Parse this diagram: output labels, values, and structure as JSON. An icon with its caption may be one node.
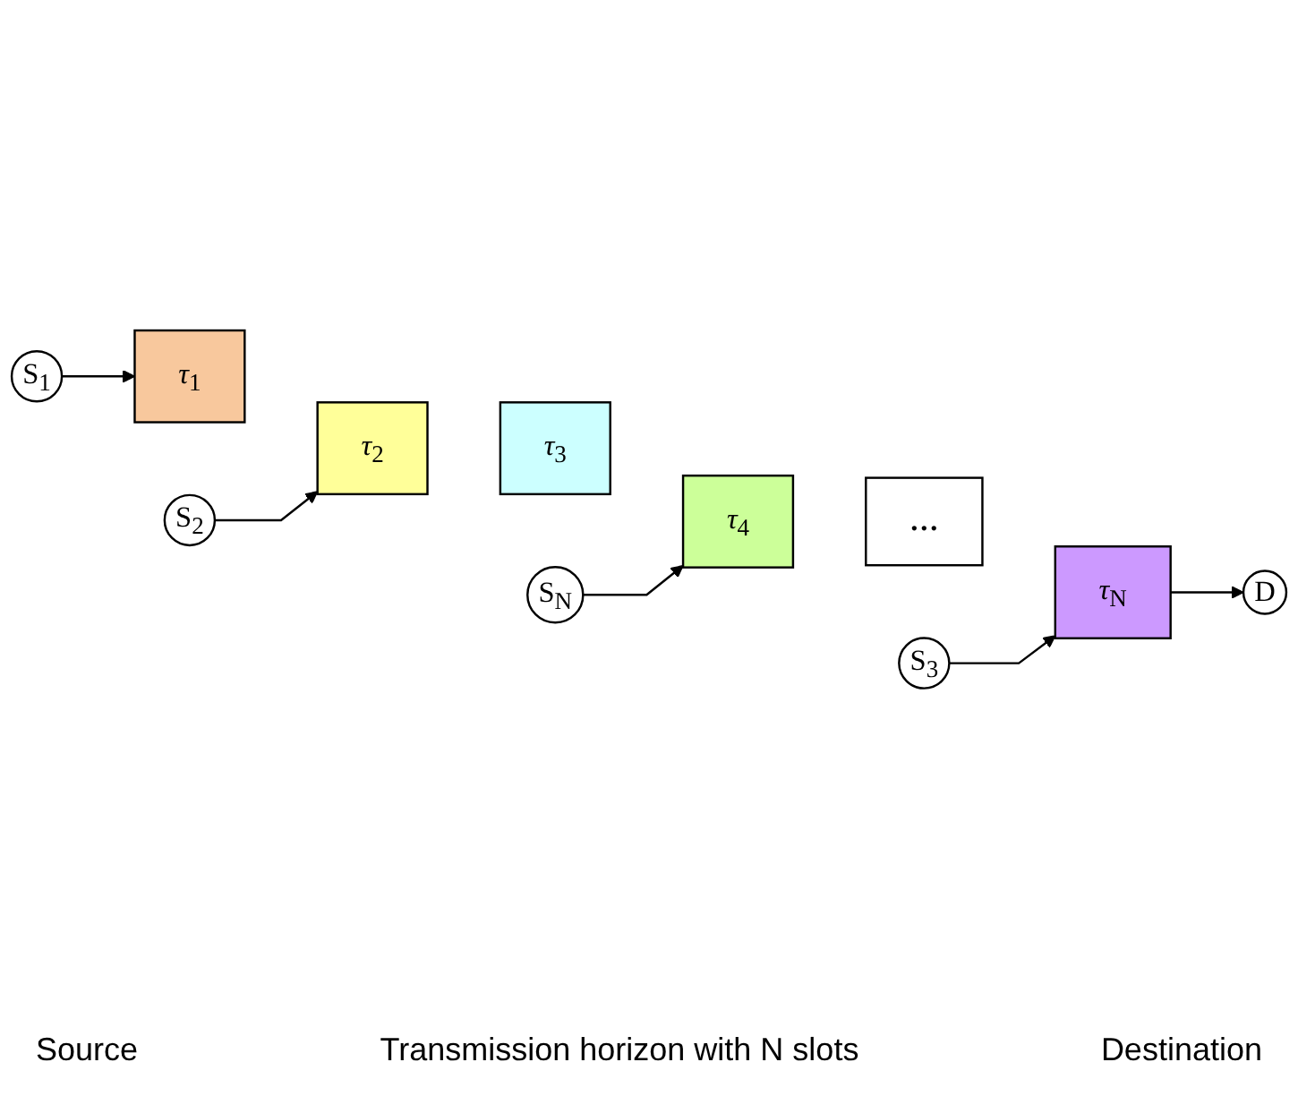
{
  "diagram": {
    "nodes": [
      {
        "text": [
          "S$_{1}$"
        ]
      },
      {
        "text": [
          "S$_{2}$"
        ]
      },
      {
        "text": [
          "S$_{3}$"
        ]
      },
      {
        "text": [
          "S$_{N}$"
        ]
      },
      {
        "text": [
          "*τ*$_{1}$"
        ]
      },
      {
        "text": [
          "*τ*$_{2}$"
        ]
      },
      {
        "text": [
          "*τ*$_{3}$"
        ]
      },
      {
        "text": [
          "*τ*$_{4}$"
        ]
      },
      {
        "text": [
          "**…**"
        ]
      },
      {
        "text": [
          "*τ*$_{N}$"
        ]
      },
      {
        "text": [
          "D"
        ]
      }
    ],
    "edges": [
      {
        "from": 0,
        "to": 4,
        "arrow": "to"
      },
      {
        "from": 1,
        "to": 5,
        "arrow": "to"
      },
      {
        "from": 2,
        "to": 9,
        "arrow": "to"
      },
      {
        "from": 3,
        "to": 7,
        "arrow": "to"
      },
      {
        "from": 9,
        "to": 10,
        "arrow": "to"
      }
    ],
    "labels": [
      "Source",
      "Transmission horizon with N slots",
      "Destination"
    ]
  }
}
